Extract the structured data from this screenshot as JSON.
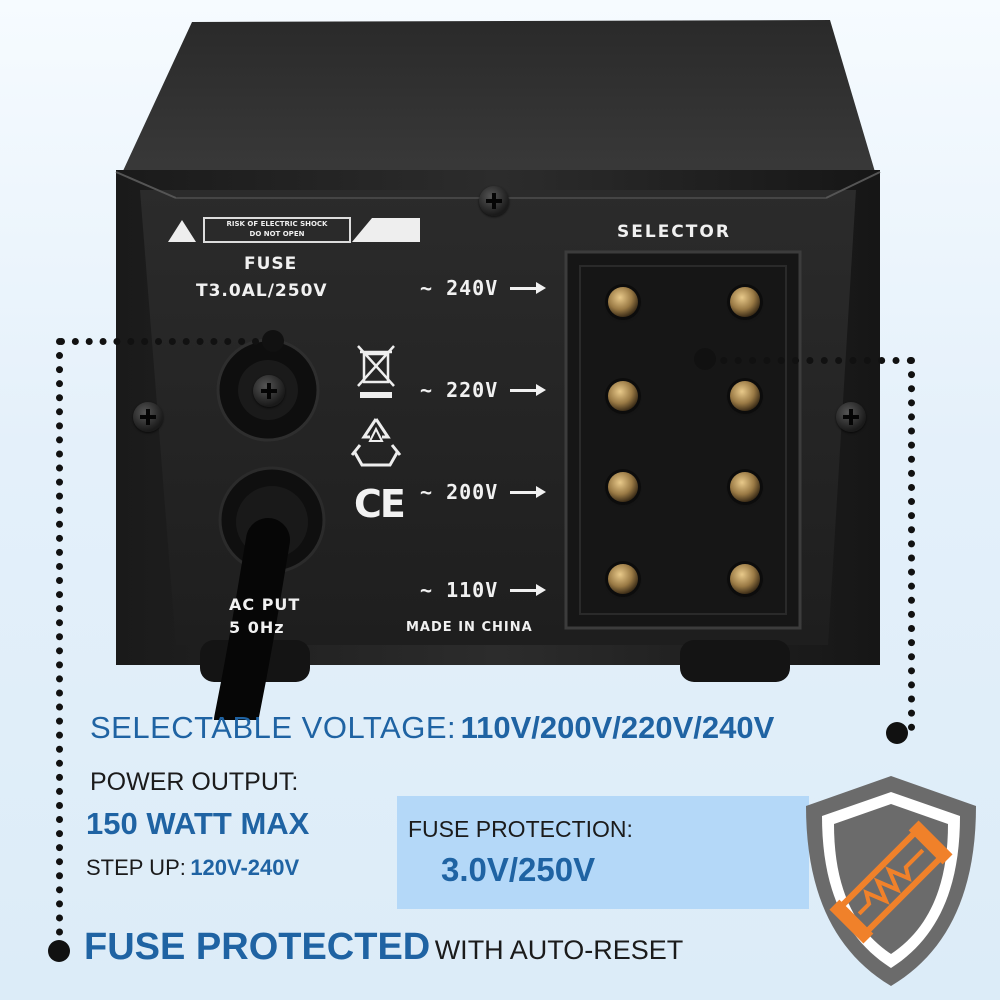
{
  "device": {
    "warning_label_line1": "RISK OF ELECTRIC SHOCK",
    "warning_label_line2": "DO NOT OPEN",
    "fuse_title": "FUSE",
    "fuse_rating": "T3.0AL/250V",
    "selector_title": "SELECTOR",
    "voltages": [
      "~ 240V",
      "~ 220V",
      "~ 200V",
      "~ 110V"
    ],
    "input_line1": "AC  PUT",
    "input_line2": "5   0Hz",
    "made_in": "MADE IN CHINA",
    "ce_mark": "CE"
  },
  "features": {
    "selectable_label": "SELECTABLE VOLTAGE:",
    "selectable_value": "110V/200V/220V/240V",
    "power_output_label": "POWER OUTPUT:",
    "power_output_value": "150 WATT MAX",
    "step_up_label": "STEP UP:",
    "step_up_value": "120V-240V",
    "fuse_protection_label": "FUSE PROTECTION:",
    "fuse_protection_value": "3.0V/250V",
    "fuse_protected_strong": "FUSE PROTECTED",
    "fuse_protected_rest": "WITH AUTO-RESET"
  },
  "colors": {
    "accent_blue": "#1f63a3",
    "light_blue_box": "#b4d8f8",
    "shield_orange": "#f0812a",
    "shield_gray": "#6b6b6b"
  },
  "icons": [
    "weee-bin-icon",
    "recycle-icon",
    "ce-mark-icon",
    "shield-fuse-icon"
  ]
}
